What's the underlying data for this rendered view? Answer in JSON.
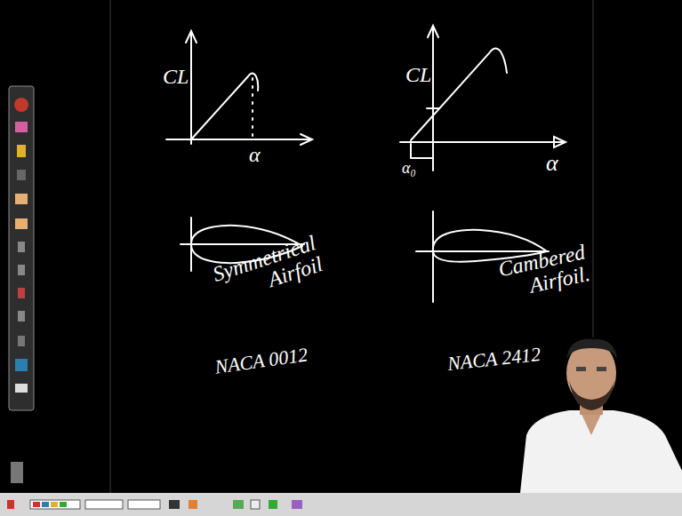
{
  "diagram": {
    "labels": [
      "CL",
      "α",
      "CL",
      "α₀",
      "α",
      "Symmetrical Airfoil",
      "NACA 0012",
      "Cambered Airfoil.",
      "NACA 2412"
    ]
  }
}
